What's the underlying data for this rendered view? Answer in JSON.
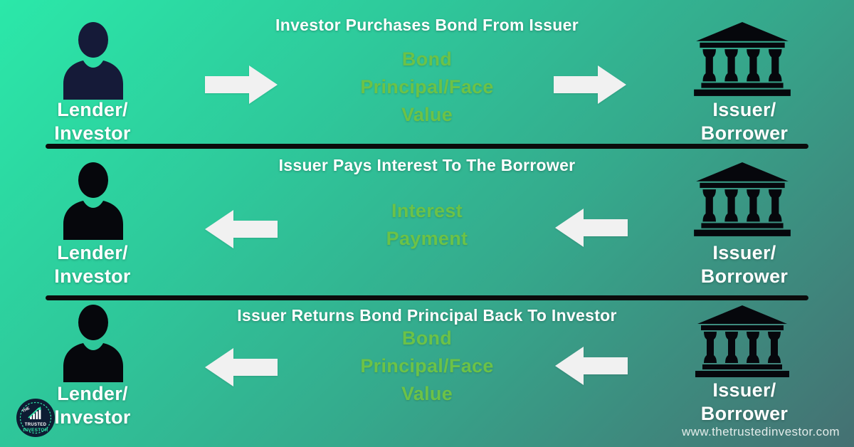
{
  "colors": {
    "background_start": "#2BE8A9",
    "background_end": "#457072",
    "accent_green": "#6CC247",
    "arrow_fill": "#F1F1F1",
    "divider_black": "#0B0B0B",
    "person_navy": "#151A38",
    "icon_black": "#06070C",
    "logo_navy": "#0E1C33",
    "logo_teal": "#2EE6A8"
  },
  "rows": [
    {
      "title": "Investor Purchases Bond From Issuer",
      "arrow_direction": "right",
      "flow": {
        "line1": "Bond",
        "line2": "Principal/Face",
        "line3": "Value"
      },
      "left_entity": {
        "line1": "Lender/",
        "line2": "Investor"
      },
      "right_entity": {
        "line1": "Issuer/",
        "line2": "Borrower"
      }
    },
    {
      "title": "Issuer Pays Interest To The Borrower",
      "arrow_direction": "left",
      "flow": {
        "line1": "Interest",
        "line2": "Payment"
      },
      "left_entity": {
        "line1": "Lender/",
        "line2": "Investor"
      },
      "right_entity": {
        "line1": "Issuer/",
        "line2": "Borrower"
      }
    },
    {
      "title": "Issuer Returns Bond Principal Back To Investor",
      "arrow_direction": "left",
      "flow": {
        "line1": "Bond",
        "line2": "Principal/Face",
        "line3": "Value"
      },
      "left_entity": {
        "line1": "Lender/",
        "line2": "Investor"
      },
      "right_entity": {
        "line1": "Issuer/",
        "line2": "Borrower"
      }
    }
  ],
  "logo": {
    "word1": "THE",
    "word2": "TRUSTED",
    "word3": "INVESTOR"
  },
  "footer": {
    "website": "www.thetrustedinvestor.com"
  }
}
